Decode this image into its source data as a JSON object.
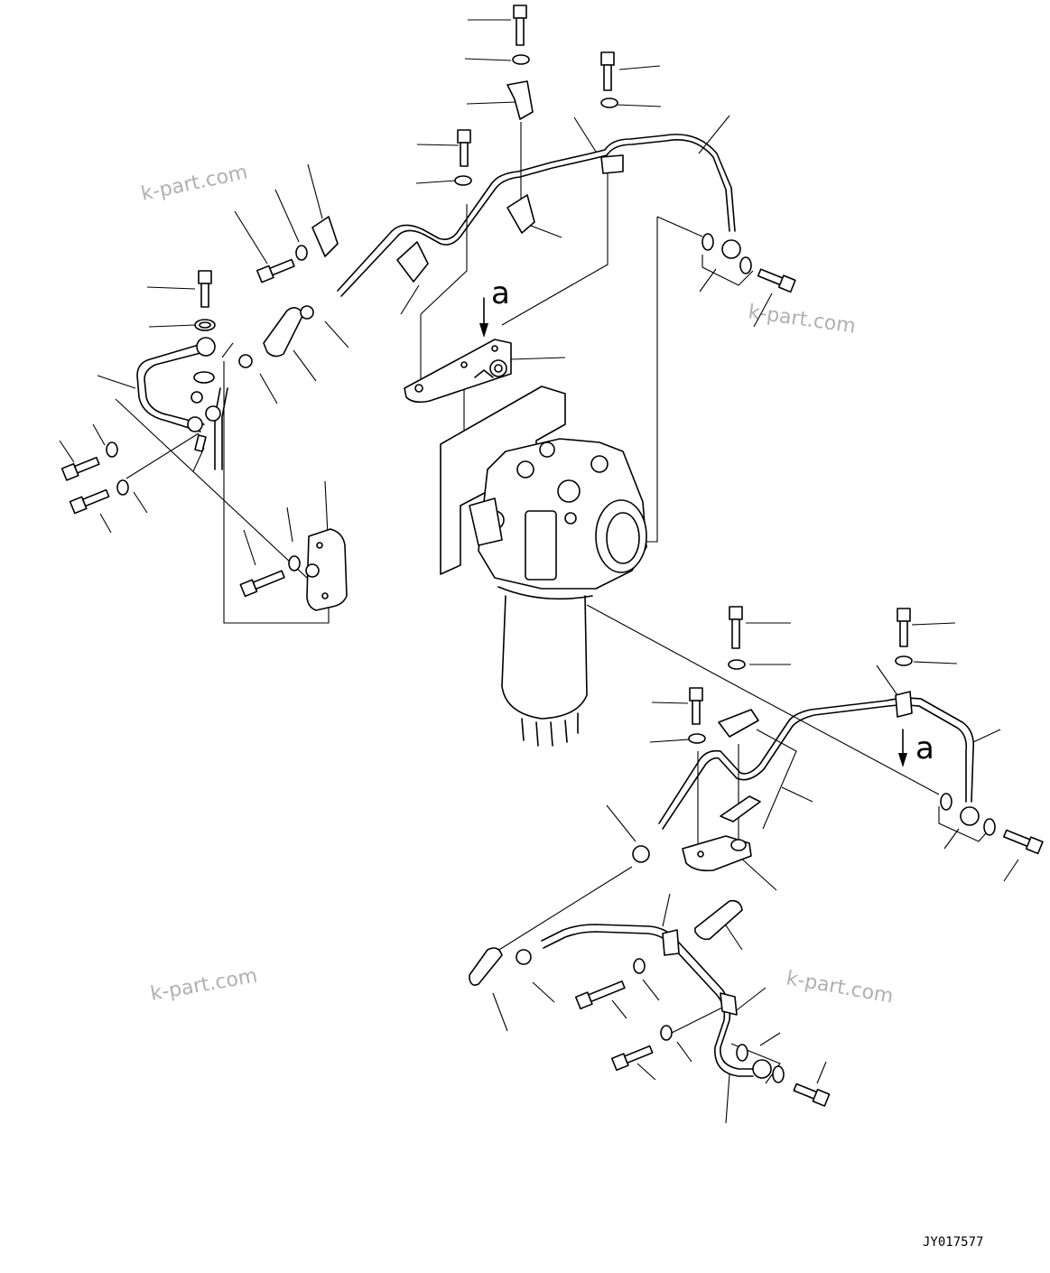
{
  "diagram": {
    "watermark_text": "k-part.com",
    "view_marker": "a",
    "drawing_code": "JY017577"
  }
}
